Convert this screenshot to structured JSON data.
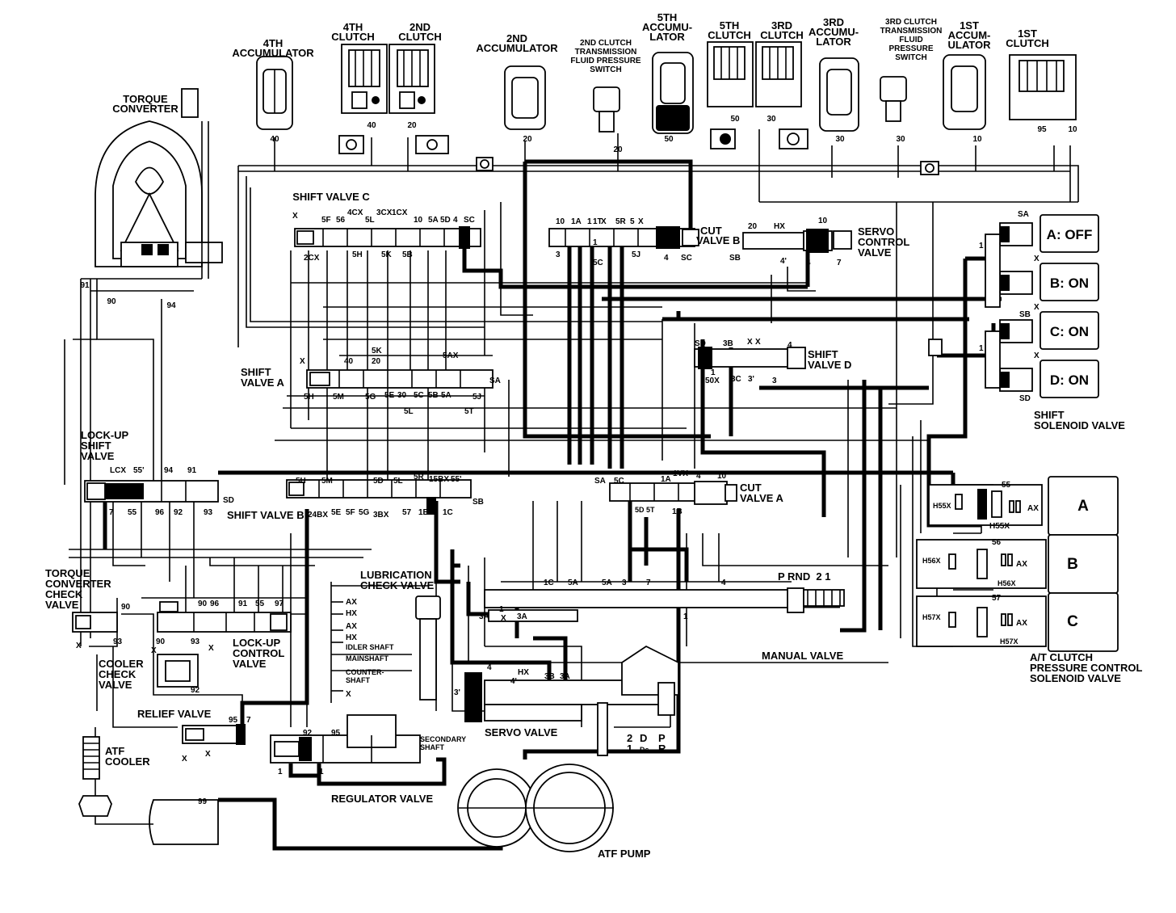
{
  "labels": {
    "accumulator_4th": [
      "4TH",
      "ACCUMULATOR"
    ],
    "clutch_4th": [
      "4TH",
      "CLUTCH"
    ],
    "clutch_2nd": [
      "2ND",
      "CLUTCH"
    ],
    "accumulator_2nd": [
      "2ND",
      "ACCUMULATOR"
    ],
    "switch_2nd": [
      "2ND CLUTCH",
      "TRANSMISSION",
      "FLUID PRESSURE",
      "SWITCH"
    ],
    "accumulator_5th": [
      "5TH",
      "ACCUMU-",
      "LATOR"
    ],
    "clutch_5th": [
      "5TH",
      "CLUTCH"
    ],
    "clutch_3rd": [
      "3RD",
      "CLUTCH"
    ],
    "accumulator_3rd": [
      "3RD",
      "ACCUMU-",
      "LATOR"
    ],
    "switch_3rd": [
      "3RD CLUTCH",
      "TRANSMISSION",
      "FLUID",
      "PRESSURE",
      "SWITCH"
    ],
    "accumulator_1st": [
      "1ST",
      "ACCUM-",
      "ULATOR"
    ],
    "clutch_1st": [
      "1ST",
      "CLUTCH"
    ],
    "torque_converter": [
      "TORQUE",
      "CONVERTER"
    ],
    "shift_valve_c": "SHIFT VALVE C",
    "cut_valve_b": [
      "CUT",
      "VALVE B"
    ],
    "servo_control_valve": [
      "SERVO",
      "CONTROL",
      "VALVE"
    ],
    "shift_valve_a": [
      "SHIFT",
      "VALVE A"
    ],
    "shift_valve_d": [
      "SHIFT",
      "VALVE D"
    ],
    "shift_solenoid_valve": [
      "SHIFT",
      "SOLENOID VALVE"
    ],
    "lockup_shift_valve": [
      "LOCK-UP",
      "SHIFT",
      "VALVE"
    ],
    "shift_valve_b": "SHIFT VALVE B",
    "cut_valve_a": [
      "CUT",
      "VALVE A"
    ],
    "torque_converter_check_valve": [
      "TORQUE",
      "CONVERTER",
      "CHECK",
      "VALVE"
    ],
    "lubrication_check_valve": [
      "LUBRICATION",
      "CHECK VALVE"
    ],
    "lockup_control_valve": [
      "LOCK-UP",
      "CONTROL",
      "VALVE"
    ],
    "cooler_check_valve": [
      "COOLER",
      "CHECK",
      "VALVE"
    ],
    "manual_valve": "MANUAL VALVE",
    "at_clutch_pressure_control": [
      "A/T CLUTCH",
      "PRESSURE CONTROL",
      "SOLENOID VALVE"
    ],
    "relief_valve": "RELIEF VALVE",
    "atf_cooler": [
      "ATF",
      "COOLER"
    ],
    "servo_valve": "SERVO VALVE",
    "regulator_valve": "REGULATOR VALVE",
    "atf_pump": "ATF PUMP",
    "secondary_shaft": [
      "SECONDARY",
      "SHAFT"
    ],
    "lube_lines": [
      "AX",
      "HX",
      "AX",
      "HX",
      "IDLER SHAFT",
      "MAINSHAFT",
      "COUNTER-",
      "SHAFT",
      "X"
    ],
    "gear_positions": "P  RND  2 1",
    "lever_marks": [
      "2",
      "D",
      "P",
      "1",
      "Ds",
      "R"
    ]
  },
  "solenoid_states": [
    {
      "id": "A",
      "text": "A: OFF"
    },
    {
      "id": "B",
      "text": "B: ON"
    },
    {
      "id": "C",
      "text": "C: ON"
    },
    {
      "id": "D",
      "text": "D: ON"
    }
  ],
  "pressure_control_solenoids": [
    {
      "letter": "A",
      "port": "55",
      "hx": "H55X",
      "ax": "AX"
    },
    {
      "letter": "B",
      "port": "56",
      "hx": "H56X",
      "ax": "AX"
    },
    {
      "letter": "C",
      "port": "57",
      "hx": "H57X",
      "ax": "AX"
    }
  ],
  "ports": {
    "shift_valve_c": [
      "X",
      "5F",
      "56",
      "4CX",
      "5L",
      "3CX",
      "1CX",
      "10",
      "5A",
      "5D",
      "4",
      "SC",
      "2CX",
      "5H",
      "5K",
      "5B"
    ],
    "cut_valve_b": [
      "10",
      "1A",
      "1",
      "1T",
      "X",
      "5R",
      "5",
      "X",
      "3",
      "1",
      "5C",
      "5J",
      "4",
      "SC"
    ],
    "servo_control": [
      "20",
      "HX",
      "10",
      "SB",
      "4'",
      "4",
      "7"
    ],
    "solenoid_ports": [
      "SA",
      "1",
      "X",
      "X",
      "SB",
      "1",
      "X",
      "SD"
    ],
    "shift_valve_a": [
      "X",
      "40",
      "5K",
      "20",
      "5AX",
      "5H",
      "5M",
      "5G",
      "5E",
      "30",
      "5C",
      "5B",
      "5A",
      "5J",
      "5L",
      "5T",
      "SA"
    ],
    "shift_valve_d": [
      "SD",
      "3B",
      "X",
      "X",
      "4",
      "1",
      "50X",
      "3C",
      "3'",
      "3"
    ],
    "lockup": [
      "LCX",
      "55'",
      "94",
      "91",
      "SD",
      "7",
      "55",
      "96",
      "92",
      "93"
    ],
    "shift_valve_b": [
      "5H",
      "5M",
      "5D",
      "5L",
      "5R",
      "15BX",
      "55'",
      "SB",
      "24BX",
      "5E",
      "5F",
      "5G",
      "3BX",
      "57",
      "1B",
      "1C"
    ],
    "cut_valve_a": [
      "SA",
      "5C",
      "1A",
      "1VX",
      "4",
      "10",
      "5D",
      "5T",
      "1B"
    ],
    "torque_converter": [
      "91",
      "90",
      "94"
    ],
    "manual": [
      "1C",
      "5A",
      "5A",
      "3",
      "7",
      "4",
      "1",
      "3A",
      "1",
      "3A",
      "X"
    ],
    "servo": [
      "4",
      "HX",
      "3B",
      "3A",
      "4'",
      "3'"
    ],
    "lockup_control": [
      "90",
      "96",
      "91",
      "55",
      "97",
      "90",
      "93",
      "X",
      "X",
      "93"
    ],
    "cooler": [
      "90",
      "X",
      "93",
      "92"
    ],
    "relief": [
      "95",
      "7",
      "X",
      "X"
    ],
    "regulator": [
      "92",
      "95",
      "1",
      "1",
      "99"
    ],
    "accumulators": [
      "40",
      "40",
      "20",
      "20",
      "20",
      "50",
      "50",
      "30",
      "30",
      "30",
      "10",
      "95",
      "10"
    ]
  }
}
